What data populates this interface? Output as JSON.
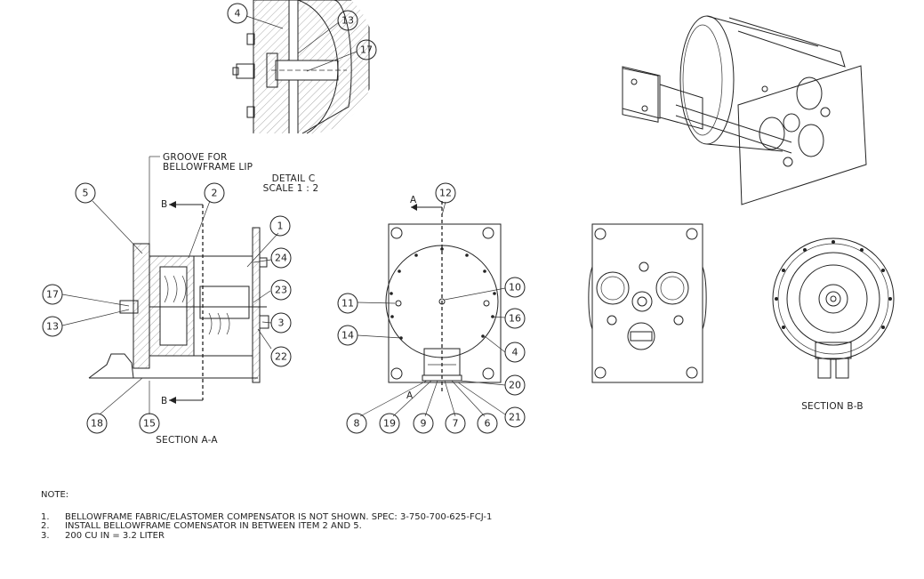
{
  "detail_c": {
    "title": "DETAIL C",
    "scale": "SCALE 1 : 2"
  },
  "callouts": {
    "groove": [
      "GROOVE FOR",
      "BELLOWFRAME LIP"
    ]
  },
  "section_labels": {
    "a_a": "SECTION A-A",
    "b_b": "SECTION B-B"
  },
  "cut_letters": {
    "b_top": "B",
    "b_bottom": "B",
    "a_top": "A",
    "a_bottom": "A"
  },
  "balloons": {
    "b4": "4",
    "b13": "13",
    "b17": "17",
    "s5": "5",
    "s2": "2",
    "s1": "1",
    "s24": "24",
    "s23": "23",
    "s3": "3",
    "s22": "22",
    "s17": "17",
    "s13": "13",
    "s18": "18",
    "s15": "15",
    "f12": "12",
    "f11": "11",
    "f10": "10",
    "f16": "16",
    "f14": "14",
    "f4": "4",
    "f20": "20",
    "f8": "8",
    "f19": "19",
    "f9": "9",
    "f7": "7",
    "f6": "6",
    "f21": "21"
  },
  "notes": {
    "title": "NOTE:",
    "items": [
      {
        "num": "1.",
        "text": "BELLOWFRAME FABRIC/ELASTOMER COMPENSATOR IS NOT SHOWN. SPEC: 3-750-700-625-FCJ-1"
      },
      {
        "num": "2.",
        "text": "INSTALL BELLOWFRAME COMENSATOR IN BETWEEN ITEM 2 AND 5."
      },
      {
        "num": "3.",
        "text": "200 CU IN = 3.2 LITER"
      }
    ]
  }
}
